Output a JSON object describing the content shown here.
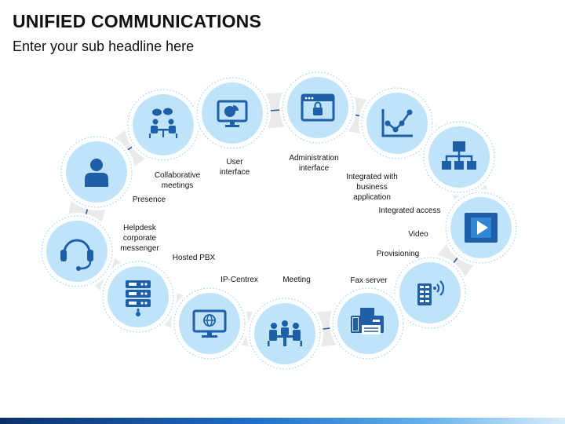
{
  "header": {
    "title": "UNIFIED COMMUNICATIONS",
    "subtitle": "Enter your sub headline here"
  },
  "colors": {
    "ring": "#eaeaea",
    "node_outer": "#ffffff",
    "node_inner": "#bfe3f8",
    "icon": "#1e5fa8",
    "connector": "#1e5fa8",
    "dash": "#8fcbef",
    "footer_dark": "#0b2f6b",
    "footer_light": "#63b1ec"
  },
  "nodes": [
    {
      "id": "meetings",
      "icon": "people-meeting-icon"
    },
    {
      "id": "presentation",
      "icon": "monitor-pie-chart-icon"
    },
    {
      "id": "secure-window",
      "icon": "browser-lock-icon"
    },
    {
      "id": "analytics",
      "icon": "line-chart-icon"
    },
    {
      "id": "hierarchy",
      "icon": "org-chart-icon"
    },
    {
      "id": "video",
      "icon": "video-play-icon"
    },
    {
      "id": "wireless",
      "icon": "wireless-device-icon"
    },
    {
      "id": "fax",
      "icon": "fax-machine-icon"
    },
    {
      "id": "team",
      "icon": "team-meeting-icon"
    },
    {
      "id": "web",
      "icon": "monitor-globe-icon"
    },
    {
      "id": "server",
      "icon": "server-icon"
    },
    {
      "id": "headset",
      "icon": "headset-icon"
    },
    {
      "id": "user",
      "icon": "user-icon"
    }
  ],
  "labels": [
    {
      "id": "presence",
      "text": "Presence"
    },
    {
      "id": "collaborative-meetings",
      "text": "Collaborative\nmeetings"
    },
    {
      "id": "user-interface",
      "text": "User\ninterface"
    },
    {
      "id": "administration-interface",
      "text": "Administration\ninterface"
    },
    {
      "id": "integrated-with-business-application",
      "text": "Integrated with\nbusiness\napplication"
    },
    {
      "id": "integrated-access",
      "text": "Integrated access"
    },
    {
      "id": "video",
      "text": "Video"
    },
    {
      "id": "provisioning",
      "text": "Provisioning"
    },
    {
      "id": "fax-server",
      "text": "Fax server"
    },
    {
      "id": "meeting",
      "text": "Meeting"
    },
    {
      "id": "ip-centrex",
      "text": "IP-Centrex"
    },
    {
      "id": "hosted-pbx",
      "text": "Hosted PBX"
    },
    {
      "id": "helpdesk-corporate-messenger",
      "text": "Helpdesk\ncorporate\nmessenger"
    }
  ]
}
